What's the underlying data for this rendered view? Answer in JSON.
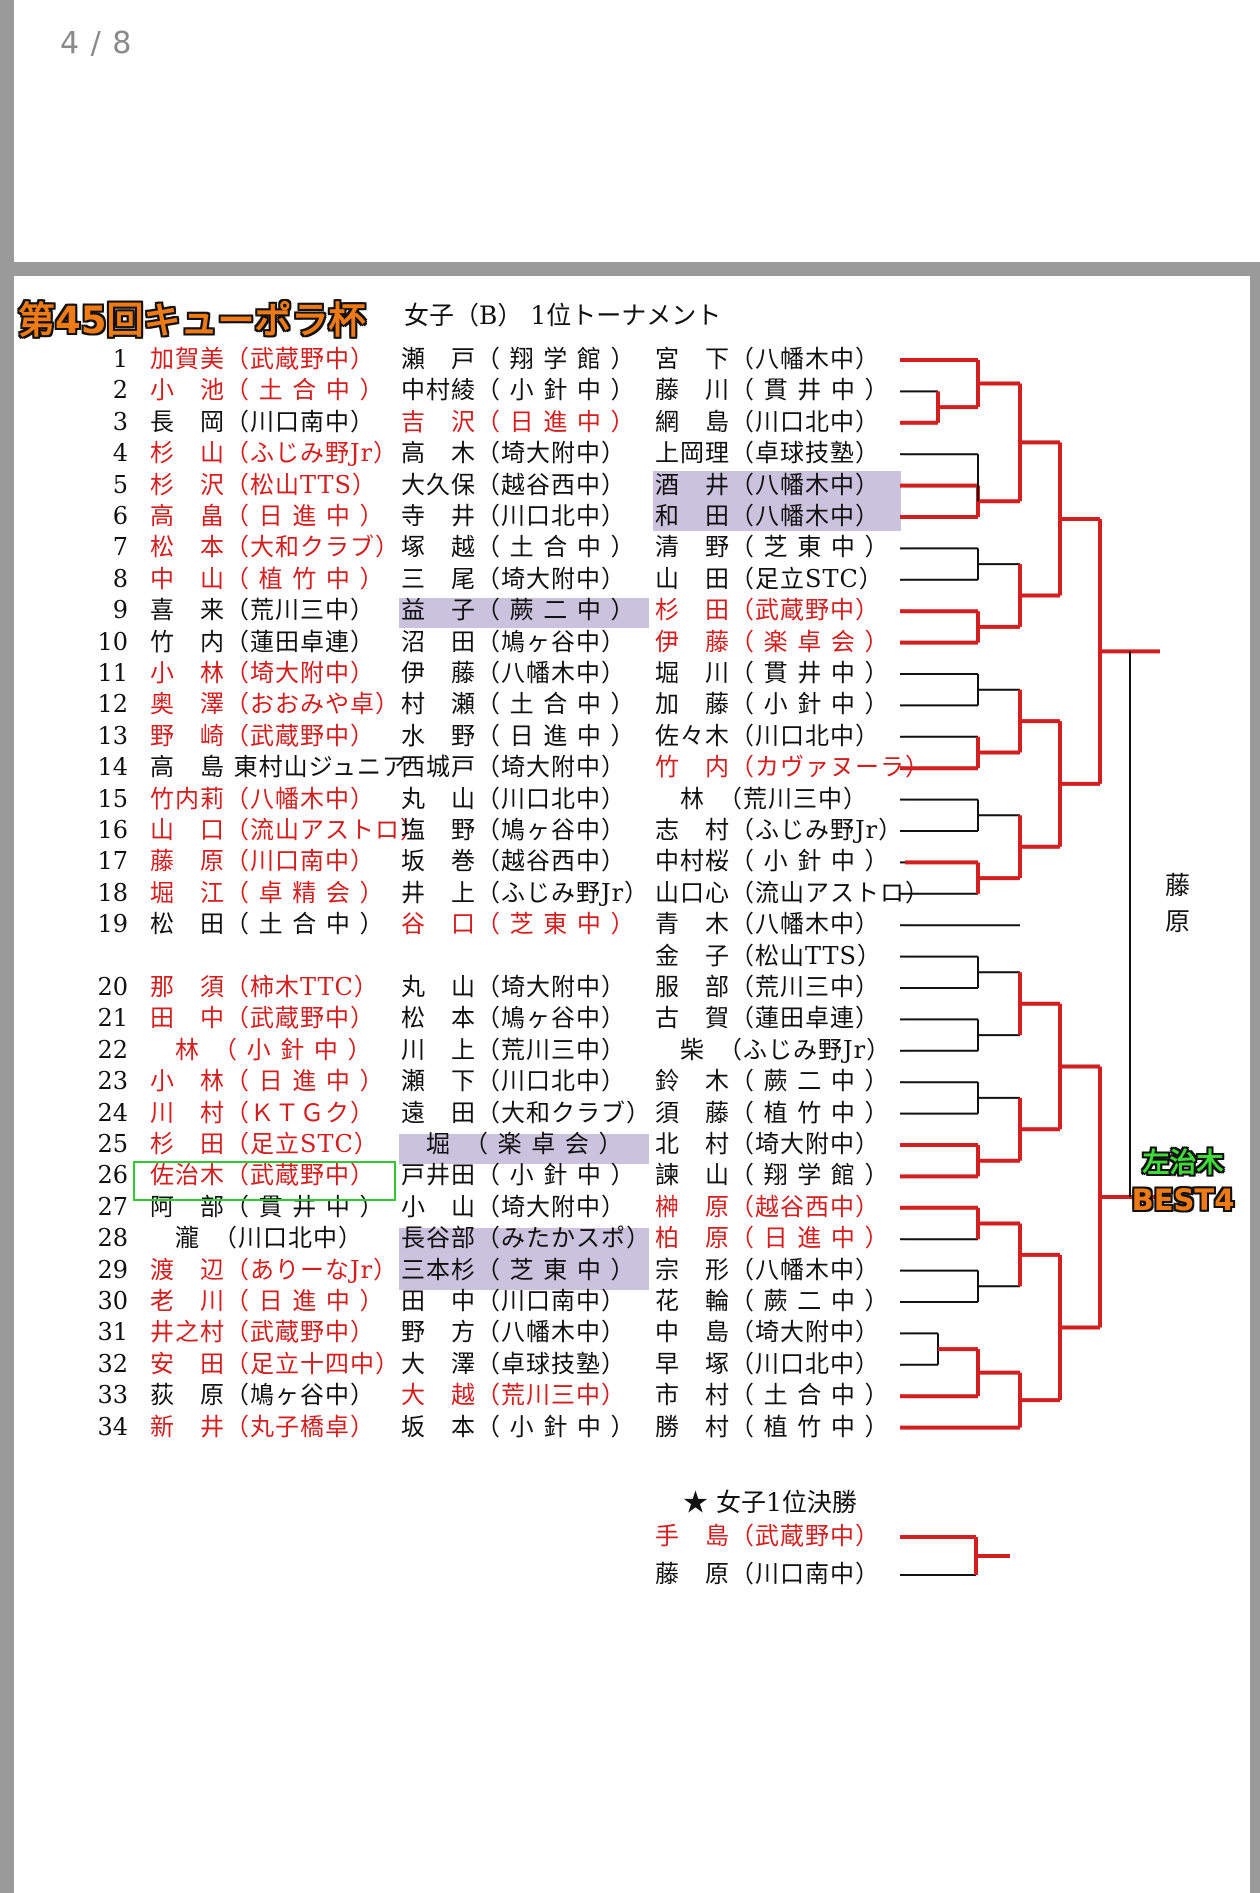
{
  "viewer": {
    "page_indicator": "4 / 8"
  },
  "header": {
    "event_title": "第45回キューポラ杯",
    "sub_title": "女子（B） 1位トーナメント"
  },
  "rows": [
    {
      "num": "1",
      "a": "加賀美（武蔵野中）",
      "ar": true,
      "b": "瀬　戸（ 翔 学 館 ）",
      "br": false,
      "c": "宮　下（八幡木中）",
      "cr": false
    },
    {
      "num": "2",
      "a": "小　池（ 土 合 中 ）",
      "ar": true,
      "b": "中村綾（ 小 針 中 ）",
      "br": false,
      "c": "藤　川（ 貫 井 中 ）",
      "cr": false
    },
    {
      "num": "3",
      "a": "長　岡（川口南中）",
      "ar": false,
      "b": "吉　沢（ 日 進 中 ）",
      "br": true,
      "c": "網　島（川口北中）",
      "cr": false
    },
    {
      "num": "4",
      "a": "杉　山（ふじみ野Jr）",
      "ar": true,
      "b": "高　木（埼大附中）",
      "br": false,
      "c": "上岡理（卓球技塾）",
      "cr": false
    },
    {
      "num": "5",
      "a": "杉　沢（松山TTS）",
      "ar": true,
      "b": "大久保（越谷西中）",
      "br": false,
      "c": "酒　井（八幡木中）",
      "cr": false
    },
    {
      "num": "6",
      "a": "高　畠（ 日 進 中 ）",
      "ar": true,
      "b": "寺　井（川口北中）",
      "br": false,
      "c": "和　田（八幡木中）",
      "cr": false
    },
    {
      "num": "7",
      "a": "松　本（大和クラブ）",
      "ar": true,
      "b": "塚　越（ 土 合 中 ）",
      "br": false,
      "c": "清　野（ 芝 東 中 ）",
      "cr": false
    },
    {
      "num": "8",
      "a": "中　山（ 植 竹 中 ）",
      "ar": true,
      "b": "三　尾（埼大附中）",
      "br": false,
      "c": "山　田（足立STC）",
      "cr": false
    },
    {
      "num": "9",
      "a": "喜　来（荒川三中）",
      "ar": false,
      "b": "益　子（ 蕨 二 中 ）",
      "br": false,
      "c": "杉　田（武蔵野中）",
      "cr": true
    },
    {
      "num": "10",
      "a": "竹　内（蓮田卓連）",
      "ar": false,
      "b": "沼　田（鳩ヶ谷中）",
      "br": false,
      "c": "伊　藤（ 楽 卓 会 ）",
      "cr": true
    },
    {
      "num": "11",
      "a": "小　林（埼大附中）",
      "ar": true,
      "b": "伊　藤（八幡木中）",
      "br": false,
      "c": "堀　川（ 貫 井 中 ）",
      "cr": false
    },
    {
      "num": "12",
      "a": "奥　澤（おおみや卓）",
      "ar": true,
      "b": "村　瀬（ 土 合 中 ）",
      "br": false,
      "c": "加　藤（ 小 針 中 ）",
      "cr": false
    },
    {
      "num": "13",
      "a": "野　崎（武蔵野中）",
      "ar": true,
      "b": "水　野（ 日 進 中 ）",
      "br": false,
      "c": "佐々木（川口北中）",
      "cr": false
    },
    {
      "num": "14",
      "a": "高　島 東村山ジュニア",
      "ar": false,
      "b": "西城戸（埼大附中）",
      "br": false,
      "c": "竹　内（カヴァヌーラ）",
      "cr": true
    },
    {
      "num": "15",
      "a": "竹内莉（八幡木中）",
      "ar": true,
      "b": "丸　山（川口北中）",
      "br": false,
      "c": "　林　（荒川三中）",
      "cr": false
    },
    {
      "num": "16",
      "a": "山　口（流山アストロ）",
      "ar": true,
      "b": "塩　野（鳩ヶ谷中）",
      "br": false,
      "c": "志　村（ふじみ野Jr）",
      "cr": false
    },
    {
      "num": "17",
      "a": "藤　原（川口南中）",
      "ar": true,
      "b": "坂　巻（越谷西中）",
      "br": false,
      "c": "中村桜（ 小 針 中 ）",
      "cr": false
    },
    {
      "num": "18",
      "a": "堀　江（ 卓 精 会 ）",
      "ar": true,
      "b": "井　上（ふじみ野Jr）",
      "br": false,
      "c": "山口心（流山アストロ）",
      "cr": false
    },
    {
      "num": "19",
      "a": "松　田（ 土 合 中 ）",
      "ar": false,
      "b": "谷　口（ 芝 東 中 ）",
      "br": true,
      "c": "青　木（八幡木中）",
      "cr": false
    },
    {
      "num": "",
      "a": "",
      "ar": false,
      "b": "",
      "br": false,
      "c": "金　子（松山TTS）",
      "cr": false
    },
    {
      "num": "20",
      "a": "那　須（柿木TTC）",
      "ar": true,
      "b": "丸　山（埼大附中）",
      "br": false,
      "c": "服　部（荒川三中）",
      "cr": false
    },
    {
      "num": "21",
      "a": "田　中（武蔵野中）",
      "ar": true,
      "b": "松　本（鳩ヶ谷中）",
      "br": false,
      "c": "古　賀（蓮田卓連）",
      "cr": false
    },
    {
      "num": "22",
      "a": "　林　（ 小 針 中 ）",
      "ar": true,
      "b": "川　上（荒川三中）",
      "br": false,
      "c": "　柴　（ふじみ野Jr）",
      "cr": false
    },
    {
      "num": "23",
      "a": "小　林（ 日 進 中 ）",
      "ar": true,
      "b": "瀬　下（川口北中）",
      "br": false,
      "c": "鈴　木（ 蕨 二 中 ）",
      "cr": false
    },
    {
      "num": "24",
      "a": "川　村（ＫＴＧク）",
      "ar": true,
      "b": "遠　田（大和クラブ）",
      "br": false,
      "c": "須　藤（ 植 竹 中 ）",
      "cr": false
    },
    {
      "num": "25",
      "a": "杉　田（足立STC）",
      "ar": true,
      "b": "　堀　（ 楽 卓 会 ）",
      "br": false,
      "c": "北　村（埼大附中）",
      "cr": false
    },
    {
      "num": "26",
      "a": "佐治木（武蔵野中）",
      "ar": true,
      "b": "戸井田（ 小 針 中 ）",
      "br": false,
      "c": "諫　山（ 翔 学 館 ）",
      "cr": false
    },
    {
      "num": "27",
      "a": "阿　部（ 貫 井 中 ）",
      "ar": false,
      "b": "小　山（埼大附中）",
      "br": false,
      "c": "榊　原（越谷西中）",
      "cr": true
    },
    {
      "num": "28",
      "a": "　瀧　（川口北中）",
      "ar": false,
      "b": "長谷部（みたかスポ）",
      "br": false,
      "c": "柏　原（ 日 進 中 ）",
      "cr": true
    },
    {
      "num": "29",
      "a": "渡　辺（ありーなJr）",
      "ar": true,
      "b": "三本杉（ 芝 東 中 ）",
      "br": false,
      "c": "宗　形（八幡木中）",
      "cr": false
    },
    {
      "num": "30",
      "a": "老　川（ 日 進 中 ）",
      "ar": true,
      "b": "田　中（川口南中）",
      "br": false,
      "c": "花　輪（ 蕨 二 中 ）",
      "cr": false
    },
    {
      "num": "31",
      "a": "井之村（武蔵野中）",
      "ar": true,
      "b": "野　方（八幡木中）",
      "br": false,
      "c": "中　島（埼大附中）",
      "cr": false
    },
    {
      "num": "32",
      "a": "安　田（足立十四中）",
      "ar": true,
      "b": "大　澤（卓球技塾）",
      "br": false,
      "c": "早　塚（川口北中）",
      "cr": false
    },
    {
      "num": "33",
      "a": "荻　原（鳩ヶ谷中）",
      "ar": false,
      "b": "大　越（荒川三中）",
      "br": true,
      "c": "市　村（ 土 合 中 ）",
      "cr": false
    },
    {
      "num": "34",
      "a": "新　井（丸子橋卓）",
      "ar": true,
      "b": "坂　本（ 小 針 中 ）",
      "br": false,
      "c": "勝　村（ 植 竹 中 ）",
      "cr": false
    }
  ],
  "bracket_result": {
    "winner_top": "藤　原",
    "best4_name": "左治木",
    "best4_rank": "BEST4"
  },
  "final": {
    "title": "★ 女子1位決勝",
    "players": [
      {
        "name": "手　島（武蔵野中）",
        "red": true
      },
      {
        "name": "藤　原（川口南中）",
        "red": false
      }
    ]
  },
  "colors": {
    "red": "#d21f1f",
    "highlight": "#cbc3dd",
    "green": "#32c832",
    "orange": "#f07a13"
  }
}
